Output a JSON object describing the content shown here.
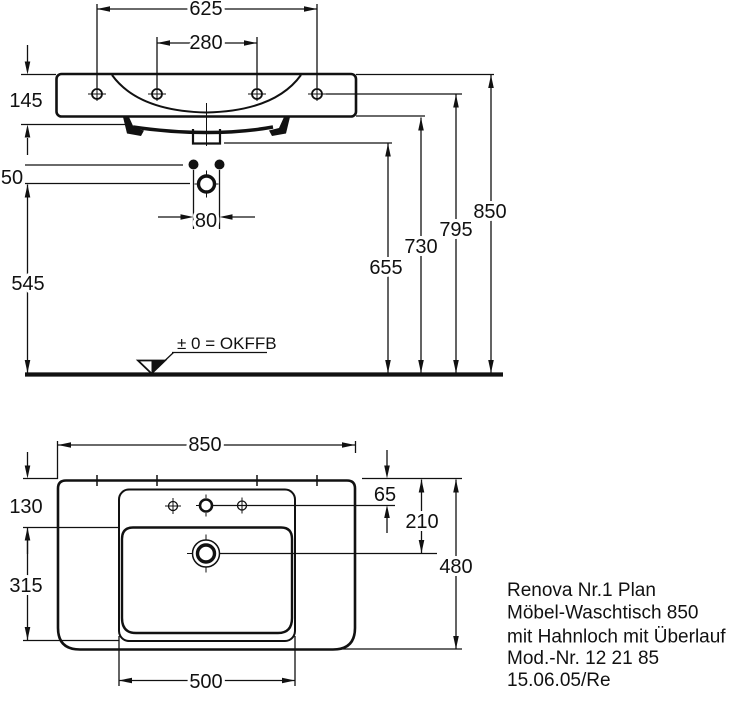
{
  "colors": {
    "line": "#111111",
    "background": "#ffffff"
  },
  "front_view": {
    "dim_outer_fixing_holes": "625",
    "dim_inner_fixing_holes": "280",
    "dim_body_height": "145",
    "dim_tap_to_fixing": "50",
    "dim_tap_hole_spacing": "80",
    "dim_siphon_height": "545",
    "dim_outlet_height": "655",
    "dim_underside_height": "730",
    "dim_tap_hole_height": "795",
    "dim_rim_height": "850",
    "datum_label": "± 0 = OKFFB"
  },
  "plan_view": {
    "dim_width": "850",
    "dim_deck_depth": "130",
    "dim_bowl_depth": "315",
    "dim_bowl_width": "500",
    "dim_tap_hole_from_rear": "65",
    "dim_outlet_from_rear": "210",
    "dim_depth": "480"
  },
  "product_info": {
    "line1": "Renova Nr.1 Plan",
    "line2": "Möbel-Waschtisch 850",
    "line3": "mit Hahnloch mit Überlauf",
    "line4": "Mod.-Nr. 12 21 85",
    "line5": "15.06.05/Re"
  }
}
